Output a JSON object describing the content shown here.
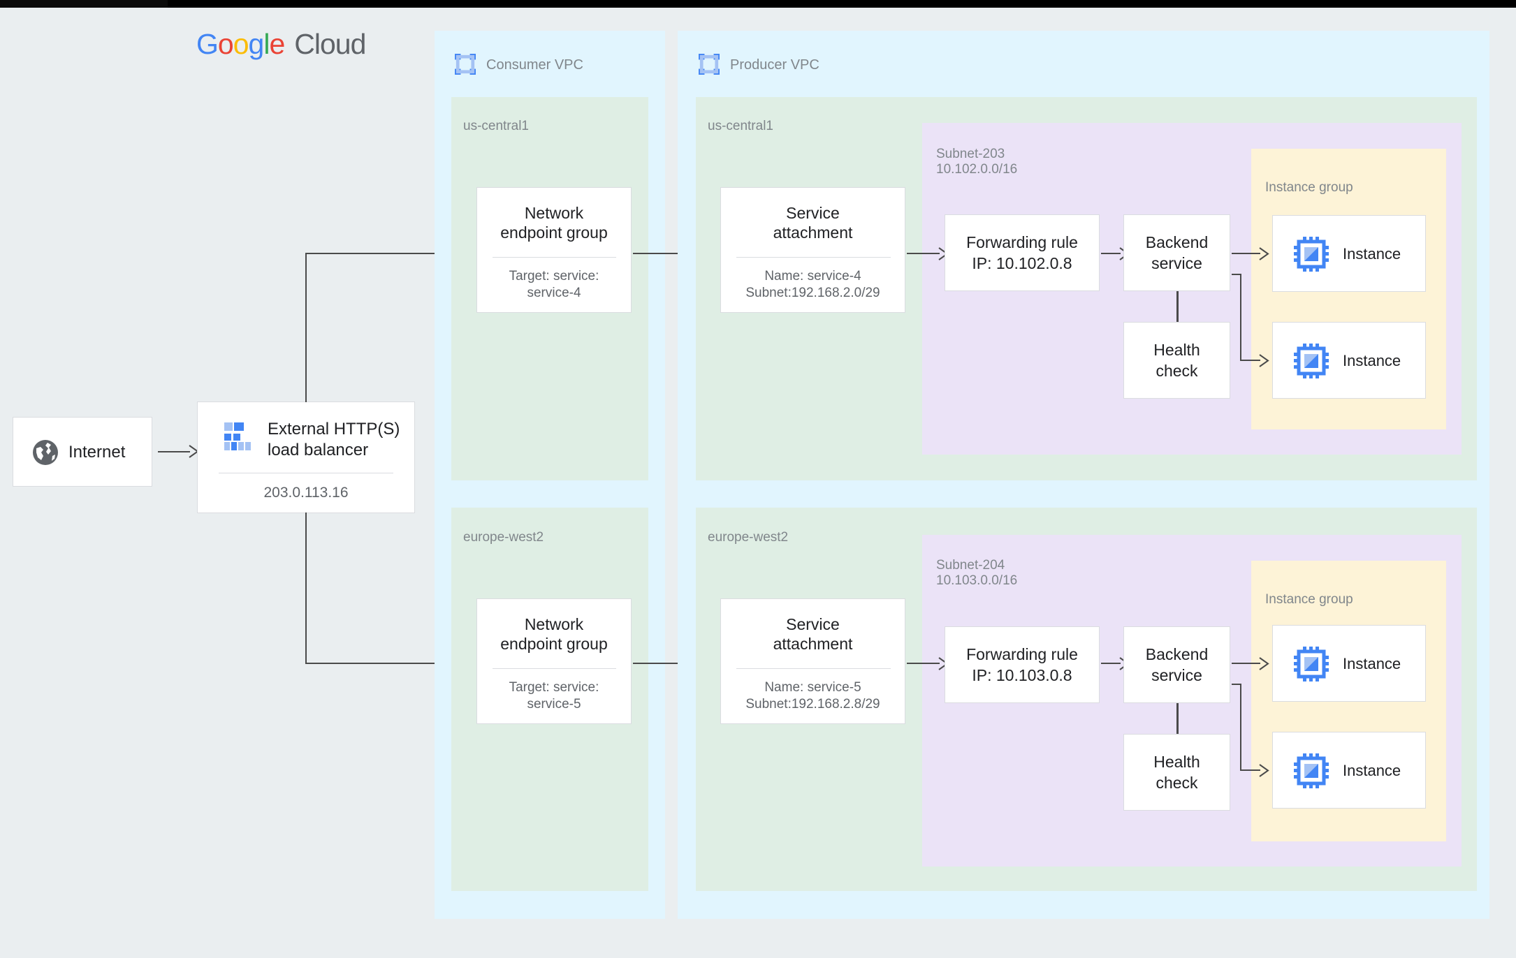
{
  "brand": {
    "google": [
      "G",
      "o",
      "o",
      "g",
      "l",
      "e"
    ],
    "cloud": "Cloud",
    "colors": {
      "blue": "#4285F4",
      "red": "#EA4335",
      "yellow": "#FBBC05",
      "green": "#34A853",
      "gray": "#5F6368"
    }
  },
  "palette": {
    "page_bg": "#eaeef0",
    "vpc_bg": "#e1f5fe",
    "region_bg": "#dfeee4",
    "subnet_bg": "#ebe3f7",
    "instance_group_bg": "#fdf3d7",
    "card_bg": "#ffffff",
    "card_border": "#dadce0",
    "line": "#4a4a4a",
    "label_text": "#80868b",
    "title_text": "#202124",
    "sub_text": "#5f6368",
    "icon_blue": "#4285F4",
    "icon_blue_light": "#a4c2f4",
    "globe_gray": "#5f6368"
  },
  "internet": {
    "label": "Internet",
    "icon": "globe-icon"
  },
  "load_balancer": {
    "title_line1": "External HTTP(S)",
    "title_line2": "load balancer",
    "ip": "203.0.113.16",
    "icon": "load-balancer-icon"
  },
  "consumer_vpc": {
    "title": "Consumer VPC",
    "icon": "vpc-icon",
    "regions": [
      {
        "name": "us-central1",
        "neg": {
          "title_line1": "Network",
          "title_line2": "endpoint group",
          "sub_line1": "Target: service:",
          "sub_line2": "service-4"
        }
      },
      {
        "name": "europe-west2",
        "neg": {
          "title_line1": "Network",
          "title_line2": "endpoint group",
          "sub_line1": "Target: service:",
          "sub_line2": "service-5"
        }
      }
    ]
  },
  "producer_vpc": {
    "title": "Producer VPC",
    "icon": "vpc-icon",
    "regions": [
      {
        "name": "us-central1",
        "service_attachment": {
          "title_line1": "Service",
          "title_line2": "attachment",
          "sub_line1": "Name: service-4",
          "sub_line2": "Subnet:192.168.2.0/29"
        },
        "subnet": {
          "name": "Subnet-203",
          "cidr": "10.102.0.0/16",
          "forwarding_rule": {
            "line1": "Forwarding rule",
            "line2": "IP: 10.102.0.8"
          },
          "backend_service": {
            "line1": "Backend",
            "line2": "service"
          },
          "health_check": {
            "line1": "Health",
            "line2": "check"
          },
          "instance_group": {
            "label": "Instance group",
            "instances": [
              {
                "label": "Instance",
                "icon": "instance-chip-icon"
              },
              {
                "label": "Instance",
                "icon": "instance-chip-icon"
              }
            ]
          }
        }
      },
      {
        "name": "europe-west2",
        "service_attachment": {
          "title_line1": "Service",
          "title_line2": "attachment",
          "sub_line1": "Name: service-5",
          "sub_line2": "Subnet:192.168.2.8/29"
        },
        "subnet": {
          "name": "Subnet-204",
          "cidr": "10.103.0.0/16",
          "forwarding_rule": {
            "line1": "Forwarding rule",
            "line2": "IP: 10.103.0.8"
          },
          "backend_service": {
            "line1": "Backend",
            "line2": "service"
          },
          "health_check": {
            "line1": "Health",
            "line2": "check"
          },
          "instance_group": {
            "label": "Instance group",
            "instances": [
              {
                "label": "Instance",
                "icon": "instance-chip-icon"
              },
              {
                "label": "Instance",
                "icon": "instance-chip-icon"
              }
            ]
          }
        }
      }
    ]
  }
}
